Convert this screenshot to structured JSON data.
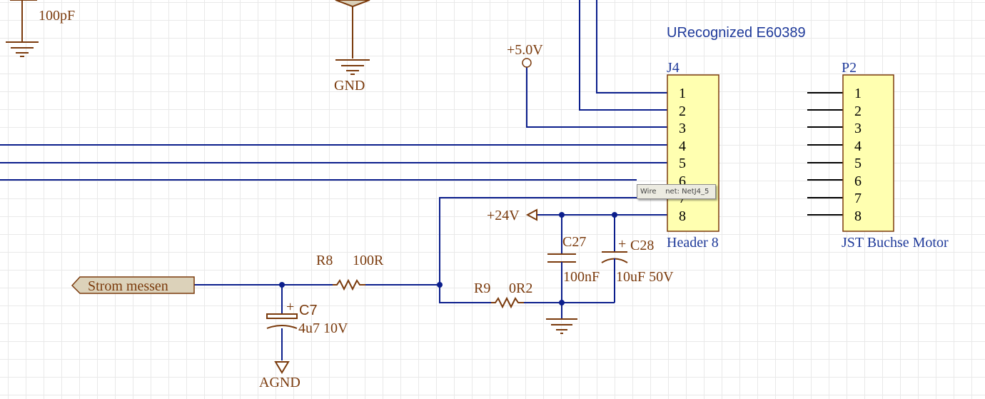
{
  "caps": {
    "top_left_value": "100pF",
    "c27_ref": "C27",
    "c27_value": "100nF",
    "c28_ref": "C28",
    "c28_value": "10uF 50V",
    "c7_ref": "C7",
    "c7_value": "4u7 10V",
    "polarity_mark": "+"
  },
  "resistors": {
    "r8_ref": "R8",
    "r8_value": "100R",
    "r9_ref": "R9",
    "r9_value": "0R2"
  },
  "power": {
    "gnd": "GND",
    "agnd": "AGND",
    "plus5": "+5.0V",
    "plus24": "+24V"
  },
  "ports": {
    "strom": "Strom messen"
  },
  "note": "URecognized E60389",
  "j4": {
    "designator": "J4",
    "comment": "Header 8",
    "pins": [
      "1",
      "2",
      "3",
      "4",
      "5",
      "6",
      "7",
      "8"
    ]
  },
  "p2": {
    "designator": "P2",
    "comment": "JST Buchse Motor",
    "pins": [
      "1",
      "2",
      "3",
      "4",
      "5",
      "6",
      "7",
      "8"
    ]
  },
  "tooltip": {
    "kind": "Wire",
    "net": "net: NetJ4_5"
  },
  "colors": {
    "wire": "#0b1e8c",
    "component": "#7a3a0c",
    "header_fill": "#ffffb0",
    "grid": "#e9e9e9"
  }
}
